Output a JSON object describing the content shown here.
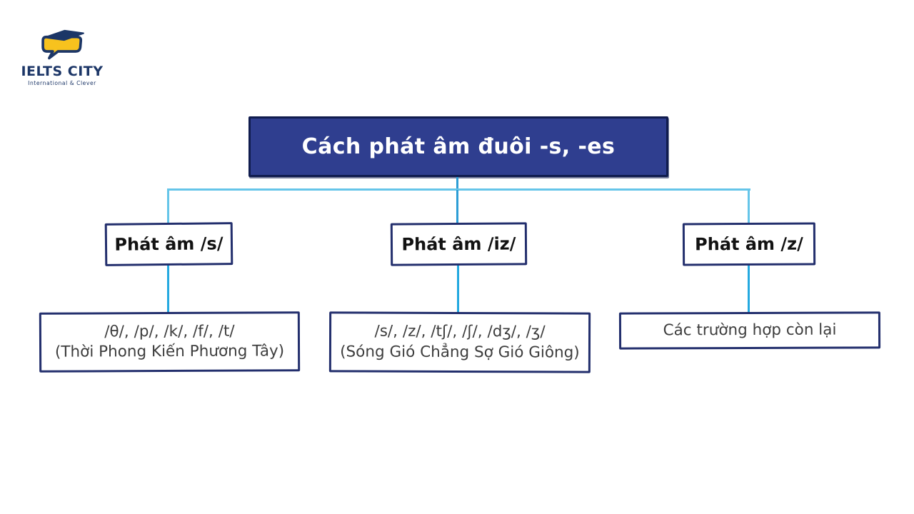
{
  "logo": {
    "name": "IELTS CITY",
    "tagline": "International & Clever",
    "icon": "book-speech-bubble-icon"
  },
  "diagram": {
    "title": "Cách phát âm đuôi -s, -es",
    "branches": [
      {
        "label": "Phát âm /s/",
        "detail_line1": "/θ/, /p/, /k/, /f/, /t/",
        "detail_line2": "(Thời Phong Kiến Phương Tây)"
      },
      {
        "label": "Phát âm /iz/",
        "detail_line1": "/s/, /z/, /tʃ/, /ʃ/, /dʒ/, /ʒ/",
        "detail_line2": "(Sóng Gió Chẳng Sợ Gió Giông)"
      },
      {
        "label": "Phát âm /z/",
        "detail_line1": "Các trường hợp còn lại"
      }
    ]
  },
  "colors": {
    "title_bg": "#2f3e8f",
    "title_border": "#101c4e",
    "box_border": "#232f6d",
    "connector_light": "#65c5e9",
    "connector_mid": "#2d9ed6",
    "connector_bright": "#24a9e0",
    "logo_navy": "#1c3667",
    "logo_yellow": "#f7c21e",
    "title_text": "#ffffff",
    "body_text": "#3d3d3d",
    "label_text": "#121212",
    "background": "#ffffff"
  }
}
